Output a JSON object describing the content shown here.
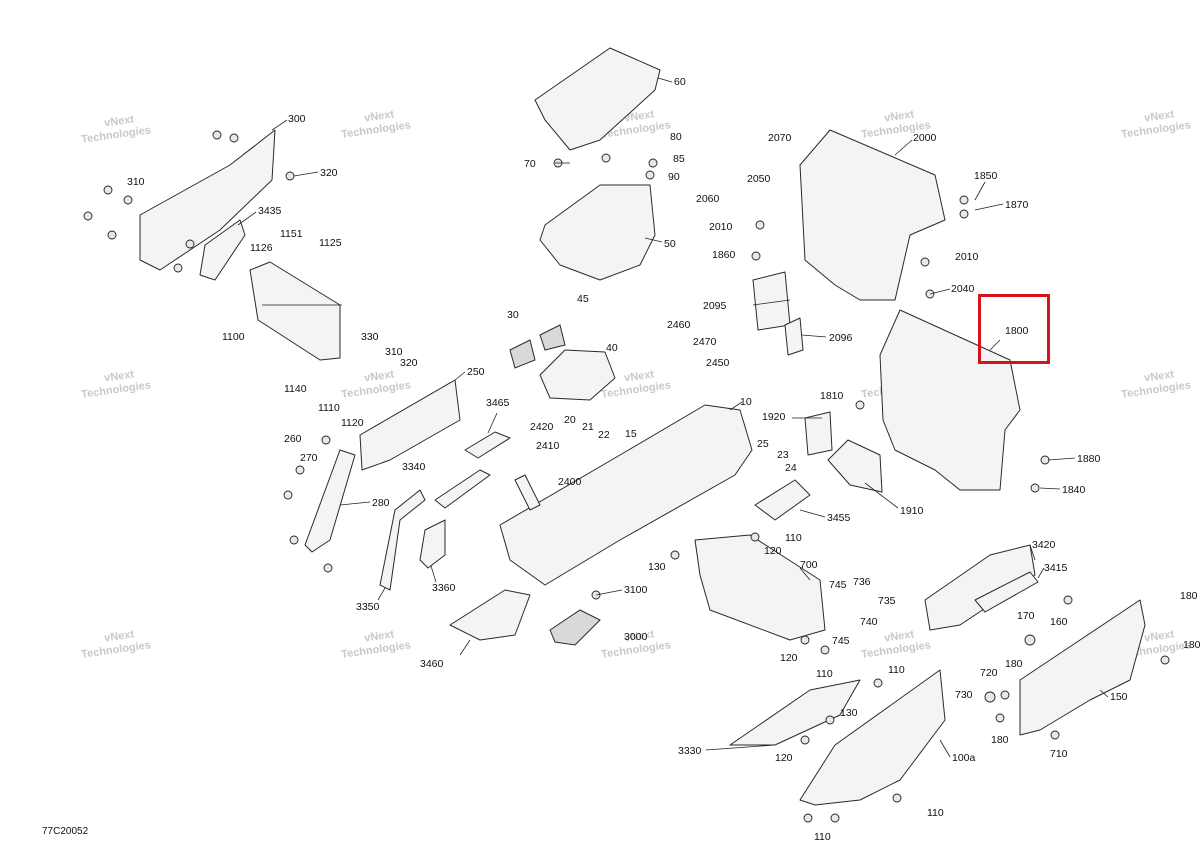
{
  "document": {
    "code": "77C20052"
  },
  "watermark": {
    "line1": "vNext",
    "line2": "Technologies",
    "small": "vNext Technologies"
  },
  "highlight": {
    "color": "#d3141b",
    "target": "1800"
  },
  "callouts": [
    "60",
    "80",
    "85",
    "90",
    "70",
    "50",
    "300",
    "310",
    "320",
    "3435",
    "1126",
    "1151",
    "1125",
    "1100",
    "330",
    "310b",
    "320b",
    "1140",
    "1110",
    "1120",
    "250",
    "260",
    "270",
    "280",
    "3340",
    "3350",
    "3360",
    "3460",
    "3465",
    "30",
    "45",
    "40",
    "2460",
    "2470",
    "2450",
    "20",
    "21",
    "22",
    "2420",
    "2410",
    "2400",
    "15",
    "10",
    "25",
    "23",
    "24",
    "1920",
    "1810",
    "1880",
    "1840",
    "1910",
    "3455",
    "110",
    "120",
    "130",
    "700",
    "745",
    "736",
    "735",
    "740",
    "3100",
    "3000",
    "3420",
    "3415",
    "170",
    "160",
    "180",
    "720",
    "730",
    "150",
    "710",
    "3330",
    "100a",
    "2070",
    "2000",
    "2050",
    "2060",
    "2010",
    "1850",
    "1870",
    "1860",
    "2095",
    "2096",
    "2040",
    "1800"
  ],
  "labels": {
    "c60": "60",
    "c80": "80",
    "c85": "85",
    "c90": "90",
    "c70": "70",
    "c50": "50",
    "c300": "300",
    "c310": "310",
    "c320": "320",
    "c3435": "3435",
    "c1126": "1126",
    "c1151": "1151",
    "c1125": "1125",
    "c1100": "1100",
    "c330": "330",
    "c310b": "310",
    "c320b": "320",
    "c1140": "1140",
    "c1110": "1110",
    "c1120": "1120",
    "c250": "250",
    "c260": "260",
    "c270": "270",
    "c280": "280",
    "c3340": "3340",
    "c3350": "3350",
    "c3360": "3360",
    "c3460": "3460",
    "c3465": "3465",
    "c30": "30",
    "c45": "45",
    "c40": "40",
    "c2460": "2460",
    "c2470": "2470",
    "c2450": "2450",
    "c20": "20",
    "c21": "21",
    "c22": "22",
    "c2420": "2420",
    "c2410": "2410",
    "c2400": "2400",
    "c15": "15",
    "c10": "10",
    "c25": "25",
    "c23": "23",
    "c24": "24",
    "c1920": "1920",
    "c1810": "1810",
    "c1880": "1880",
    "c1840": "1840",
    "c1910": "1910",
    "c3455": "3455",
    "c110a": "110",
    "c120a": "120",
    "c130a": "130",
    "c700": "700",
    "c745a": "745",
    "c736": "736",
    "c735": "735",
    "c740": "740",
    "c745b": "745",
    "c120b": "120",
    "c110b": "110",
    "c3100": "3100",
    "c3000": "3000",
    "c3420": "3420",
    "c3415": "3415",
    "c170": "170",
    "c160": "160",
    "c180a": "180",
    "c180b": "180",
    "c180c": "180",
    "c720": "720",
    "c730": "730",
    "c150": "150",
    "c710": "710",
    "c180d": "180",
    "c110c": "110",
    "c130b": "130",
    "c3330": "3330",
    "c120c": "120",
    "c100a": "100a",
    "c110d": "110",
    "c110e": "110",
    "c2070": "2070",
    "c2000": "2000",
    "c2050": "2050",
    "c2060": "2060",
    "c2010a": "2010",
    "c1850": "1850",
    "c1870": "1870",
    "c1860": "1860",
    "c2010b": "2010",
    "c2095": "2095",
    "c2096": "2096",
    "c2040": "2040",
    "c1800": "1800"
  }
}
